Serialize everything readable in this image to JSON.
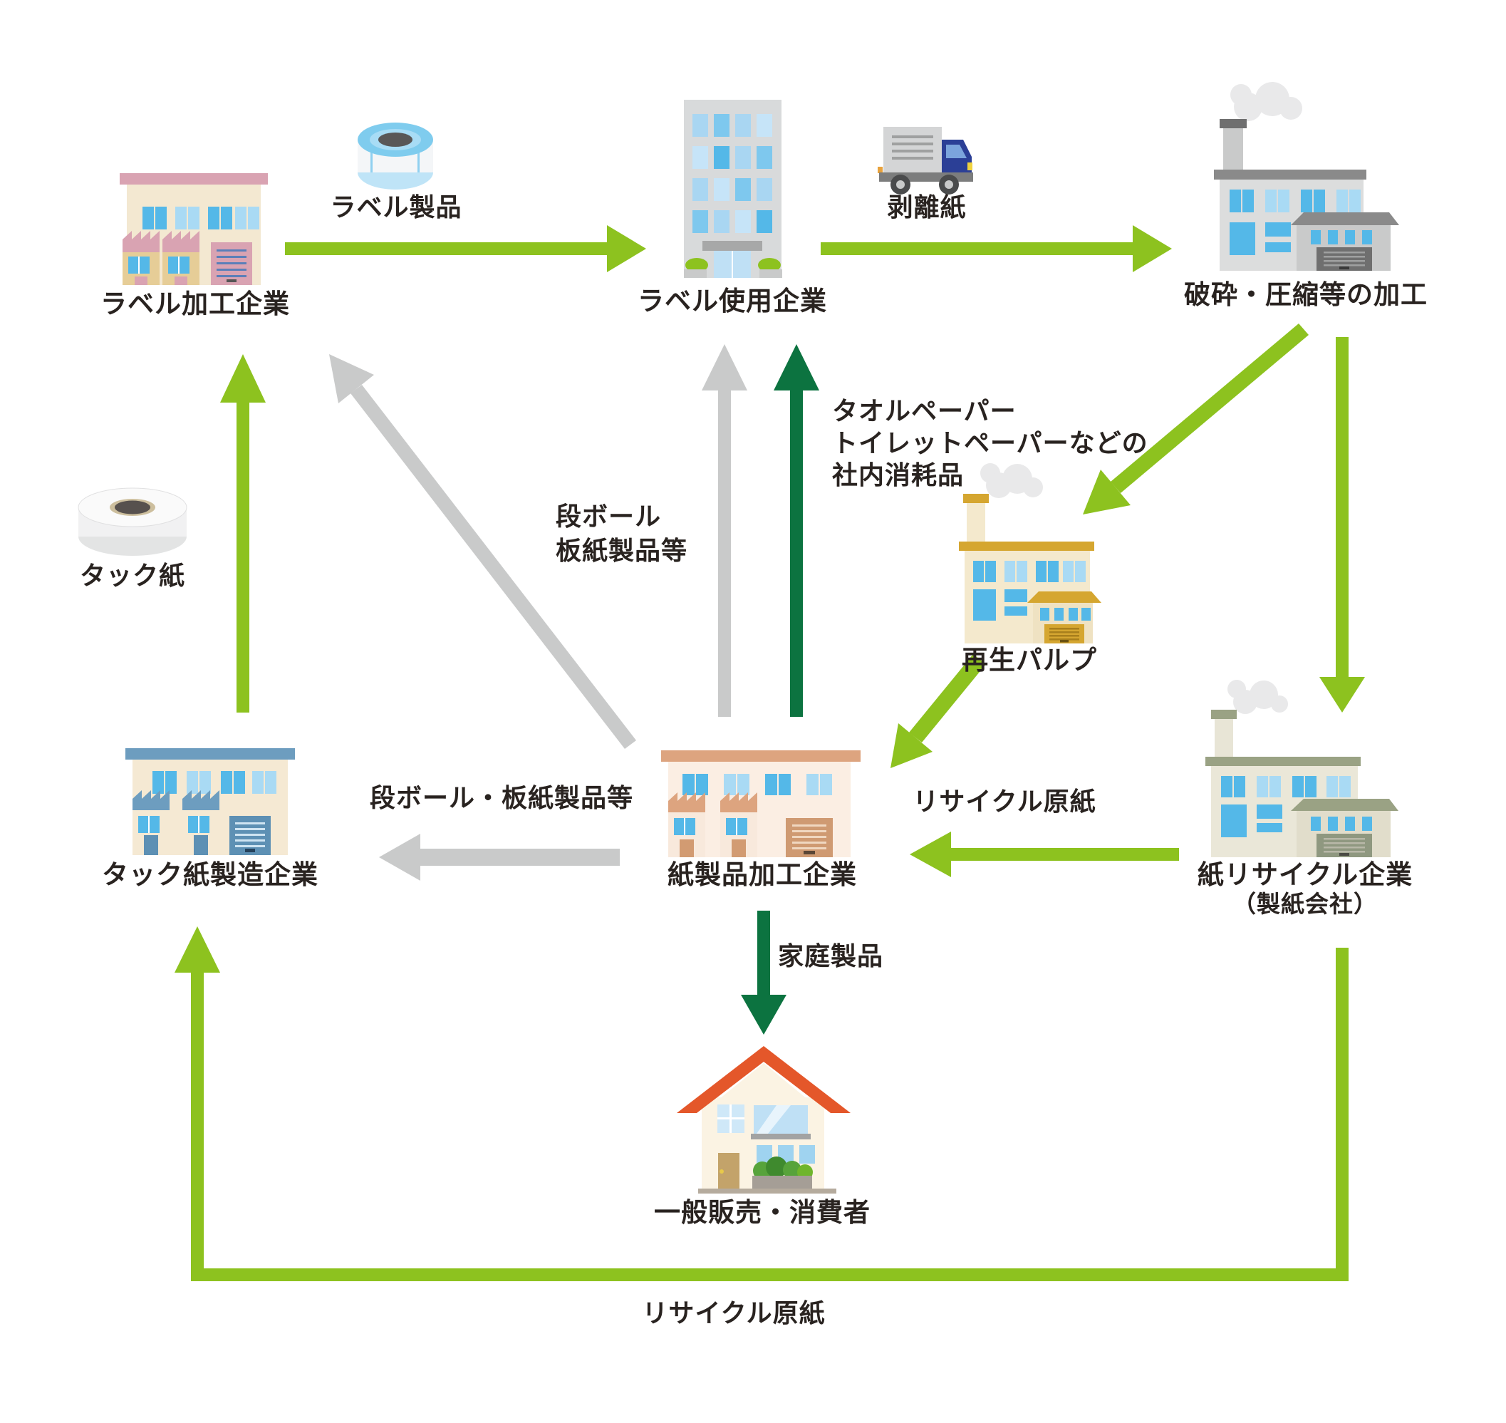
{
  "diagram": {
    "type": "flow-diagram",
    "background": "#ffffff",
    "colors": {
      "light_green": "#8dc21f",
      "dark_green": "#0c7340",
      "gray": "#c9caca",
      "text": "#292320"
    },
    "nodes": {
      "label_processing": {
        "label": "ラベル加工企業",
        "icon": "factory-pink-icon"
      },
      "label_using": {
        "label": "ラベル使用企業",
        "icon": "office-building-icon"
      },
      "crushing": {
        "label": "破砕・圧縮等の加工",
        "icon": "factory-gray-icon"
      },
      "recycled_pulp": {
        "label": "再生パルプ",
        "icon": "factory-yellow-icon"
      },
      "paper_recycling": {
        "label": "紙リサイクル企業",
        "sublabel": "（製紙会社）",
        "icon": "factory-olive-icon"
      },
      "paper_products": {
        "label": "紙製品加工企業",
        "icon": "factory-salmon-icon"
      },
      "tack_paper_mfg": {
        "label": "タック紙製造企業",
        "icon": "factory-blue-icon"
      },
      "consumers": {
        "label": "一般販売・消費者",
        "icon": "house-icon"
      }
    },
    "edges": [
      {
        "from": "label_processing",
        "to": "label_using",
        "label": "ラベル製品",
        "color": "light_green",
        "icon": "label-roll-icon"
      },
      {
        "from": "label_using",
        "to": "crushing",
        "label": "剥離紙",
        "color": "light_green",
        "icon": "truck-icon"
      },
      {
        "from": "crushing",
        "to": "recycled_pulp",
        "label": "",
        "color": "light_green"
      },
      {
        "from": "crushing",
        "to": "paper_recycling",
        "label": "",
        "color": "light_green"
      },
      {
        "from": "recycled_pulp",
        "to": "paper_products",
        "label": "",
        "color": "light_green"
      },
      {
        "from": "paper_recycling",
        "to": "paper_products",
        "label": "リサイクル原紙",
        "color": "light_green"
      },
      {
        "from": "paper_products",
        "to": "label_using",
        "lines": [
          "段ボール",
          "板紙製品等"
        ],
        "color": "gray"
      },
      {
        "from": "paper_products",
        "to": "label_using",
        "lines": [
          "タオルペーパー",
          "トイレットペーパーなどの",
          "社内消耗品"
        ],
        "color": "dark_green"
      },
      {
        "from": "paper_products",
        "to": "label_processing",
        "label": "",
        "color": "gray"
      },
      {
        "from": "paper_products",
        "to": "tack_paper_mfg",
        "label": "段ボール・板紙製品等",
        "color": "gray"
      },
      {
        "from": "paper_products",
        "to": "consumers",
        "label": "家庭製品",
        "color": "dark_green"
      },
      {
        "from": "tack_paper_mfg",
        "to": "label_processing",
        "label": "タック紙",
        "color": "light_green",
        "icon": "tack-paper-roll-icon"
      },
      {
        "from": "paper_recycling",
        "to": "tack_paper_mfg",
        "label": "リサイクル原紙",
        "color": "light_green"
      }
    ]
  }
}
